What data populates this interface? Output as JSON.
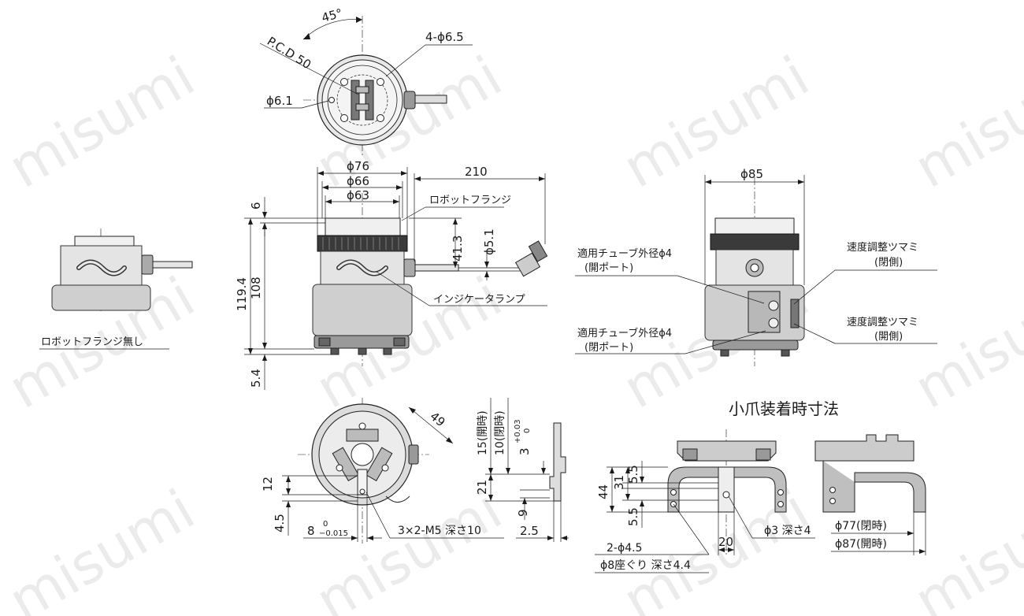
{
  "watermark": "misumi",
  "top_view": {
    "angle": "45°",
    "pcd": "P.C.D 50",
    "holes": "4-ϕ6.5",
    "pin": "ϕ6.1"
  },
  "side_view": {
    "d76": "ϕ76",
    "d66": "ϕ66",
    "d63": "ϕ63",
    "cable_len": "210",
    "flange_label": "ロボットフランジ",
    "h6": "6",
    "h119": "119.4",
    "h108": "108",
    "h54": "5.4",
    "h413": "41.3",
    "d51": "ϕ5.1",
    "lamp_label": "インジケータランプ"
  },
  "no_flange": {
    "label": "ロボットフランジ無し"
  },
  "right_view": {
    "d85": "ϕ85",
    "tube_open_1": "適用チューブ外径ϕ4",
    "tube_open_2": "(開ポート)",
    "tube_close_1": "適用チューブ外径ϕ4",
    "tube_close_2": "(閉ポート)",
    "speed_close_1": "速度調整ツマミ",
    "speed_close_2": "(閉側)",
    "speed_open_1": "速度調整ツマミ",
    "speed_open_2": "(開側)"
  },
  "bottom_view": {
    "d49": "49",
    "d12": "12",
    "d45": "4.5",
    "d8": "8",
    "d8_tol_top": "0",
    "d8_tol_bot": "−0.015",
    "m5": "3×2-M5 深さ10"
  },
  "jaw_side": {
    "open15": "15(開時)",
    "close10": "10(閉時)",
    "three": "3",
    "three_tol_top": "+0.03",
    "three_tol_bot": "0",
    "d21": "21",
    "d9": "9",
    "d25": "2.5"
  },
  "small_claw": {
    "title": "小爪装着時寸法",
    "d44": "44",
    "d31": "31",
    "d55a": "5.5",
    "d55b": "5.5",
    "d20": "20",
    "d3": "ϕ3 深さ4",
    "holes1": "2-ϕ4.5",
    "holes2": "ϕ8座ぐり 深さ4.4",
    "d77": "ϕ77(閉時)",
    "d87": "ϕ87(開時)"
  }
}
